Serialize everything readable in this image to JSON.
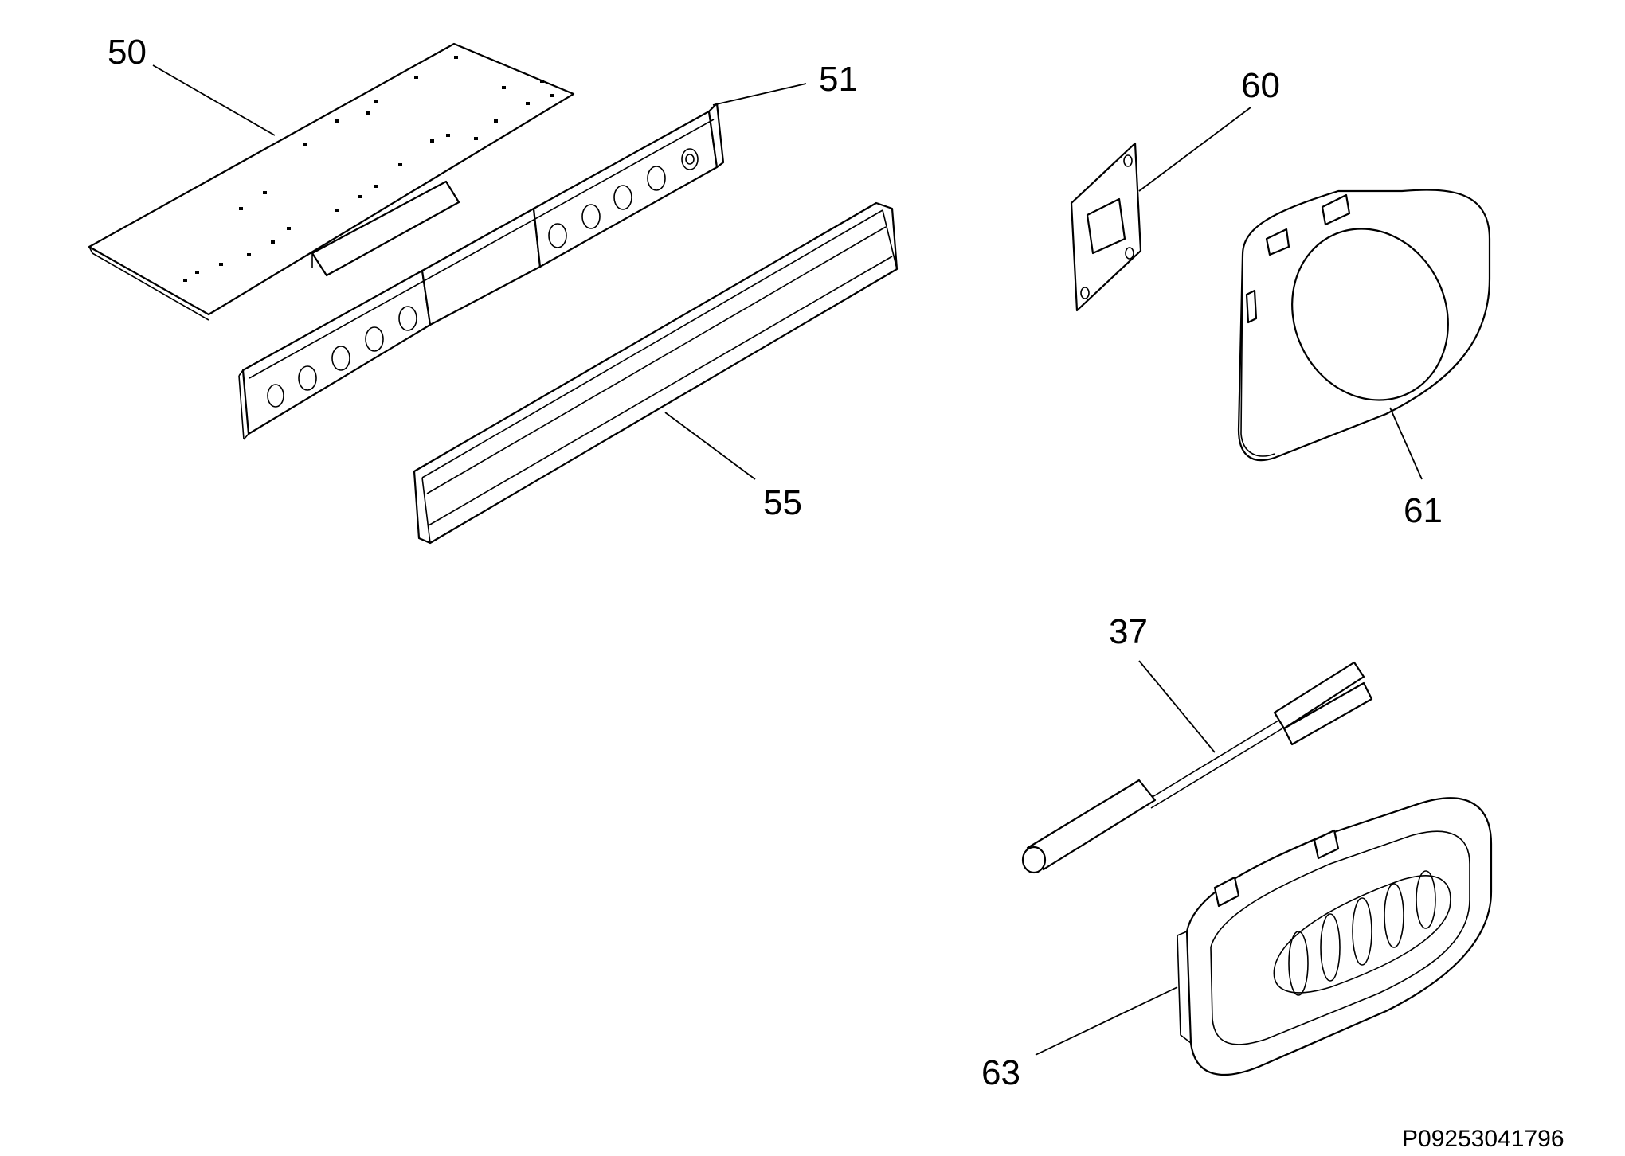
{
  "parts": [
    {
      "id": "part-50",
      "label": "50"
    },
    {
      "id": "part-51",
      "label": "51"
    },
    {
      "id": "part-55",
      "label": "55"
    },
    {
      "id": "part-60",
      "label": "60"
    },
    {
      "id": "part-61",
      "label": "61"
    },
    {
      "id": "part-37",
      "label": "37"
    },
    {
      "id": "part-63",
      "label": "63"
    }
  ],
  "drawing_code": "P09253041796"
}
